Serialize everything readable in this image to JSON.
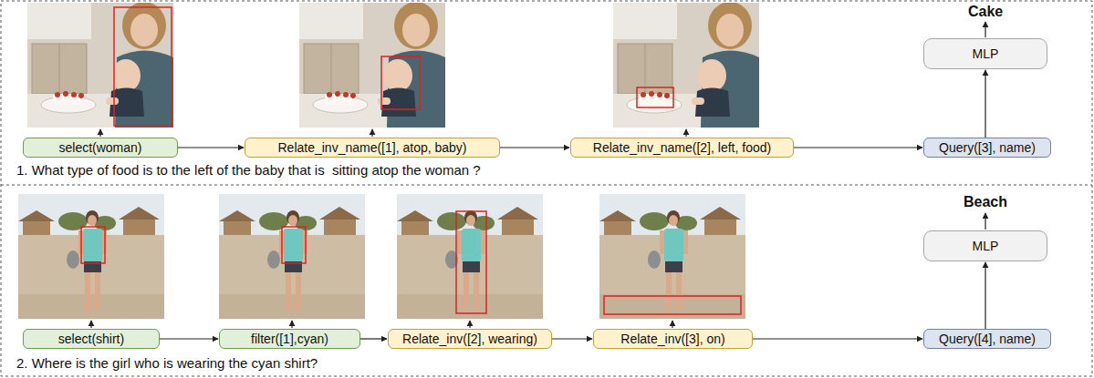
{
  "diagram": {
    "nodes": [
      {
        "text": [
          "select(woman)"
        ]
      },
      {
        "text": [
          "Relate_inv_name([1], atop, baby)"
        ]
      },
      {
        "text": [
          "Relate_inv_name([2], left, food)"
        ]
      },
      {
        "text": [
          "Query([3], name)"
        ]
      },
      {
        "text": [
          "MLP"
        ]
      },
      {
        "text": [
          "select(shirt)"
        ]
      },
      {
        "text": [
          "filter([1],cyan)"
        ]
      },
      {
        "text": [
          "Relate_inv([2], wearing)"
        ]
      },
      {
        "text": [
          "Relate_inv([3], on)"
        ]
      },
      {
        "text": [
          "Query([4], name)"
        ]
      },
      {
        "text": [
          "MLP"
        ]
      }
    ],
    "edges": [
      {
        "from": 0,
        "to": 1,
        "arrow": "to"
      },
      {
        "from": 1,
        "to": 2,
        "arrow": "to"
      },
      {
        "from": 2,
        "to": 3,
        "arrow": "to"
      },
      {
        "from": 3,
        "to": 4,
        "arrow": "to"
      },
      {
        "from": 5,
        "to": 6,
        "arrow": "to"
      },
      {
        "from": 6,
        "to": 7,
        "arrow": "to"
      },
      {
        "from": 7,
        "to": 8,
        "arrow": "to"
      },
      {
        "from": 8,
        "to": 9,
        "arrow": "to"
      },
      {
        "from": 9,
        "to": 10,
        "arrow": "to"
      }
    ],
    "labels": [
      "Cake",
      "1. What type of food is to the left of the baby that is  sitting atop the woman ?",
      "Beach",
      "2. Where is the girl who is wearing the cyan shirt?"
    ]
  }
}
